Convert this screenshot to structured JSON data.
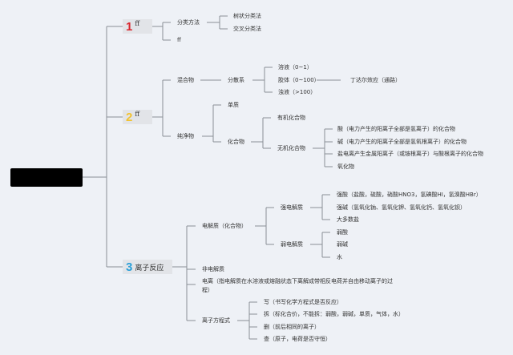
{
  "root": {
    "label": ""
  },
  "colors": {
    "num1": "#d9272e",
    "num2": "#f2c230",
    "num3": "#2a9fd8",
    "line": "#8a8f96"
  },
  "sections": [
    {
      "num": "1",
      "label": "ff",
      "children": {
        "method": "分类方法",
        "method_items": [
          "树状分类法",
          "交叉分类法"
        ],
        "other": "ff"
      }
    },
    {
      "num": "2",
      "label": "ff",
      "mixture": {
        "label": "混合物",
        "dispersion": "分散系",
        "items": [
          "溶液（0~1）",
          "胶体（0~100）",
          "浊液（>100）"
        ],
        "tyndall": "丁达尔效应（通路）"
      },
      "pure": {
        "label": "纯净物",
        "element": "单质",
        "compound": "化合物",
        "organic": "有机化合物",
        "inorganic": "无机化合物",
        "inorganic_items": [
          "酸（电力产生的阳离子全部是氢离子）的化合物",
          "碱（电力产生的阳离子全部是氢氧根离子）的化合物",
          "盐电离产生金属阳离子（或铵根离子）与酸根离子的化合物",
          "氧化物"
        ]
      }
    },
    {
      "num": "3",
      "label": "离子反应",
      "electrolyte": {
        "label": "电解质（化合物）",
        "strong": {
          "label": "强电解质",
          "items": [
            "强酸（盐酸，硫酸，硝酸HNO3，氢碘酸HI，氢溴酸HBr）",
            "强碱（氢氧化钠、氢氧化钾、氢氧化钙、氢氧化钡）",
            "大多数盐"
          ]
        },
        "weak": {
          "label": "弱电解质",
          "items": [
            "弱酸",
            "弱碱",
            "水"
          ]
        }
      },
      "non_electrolyte": "非电解质",
      "ionization": [
        "电离（指电解质在水溶液或熔融状态下离解成带相反电荷并自由移动离子的过",
        "程）"
      ],
      "ionic_equation": {
        "label": "离子方程式",
        "items": [
          "写（书写化学方程式是否反应）",
          "拆（标化合价，不能拆：弱酸，弱碱，单质，气体，水）",
          "删（前后相同的离子）",
          "查（原子，电荷是否守恒）"
        ]
      }
    }
  ]
}
